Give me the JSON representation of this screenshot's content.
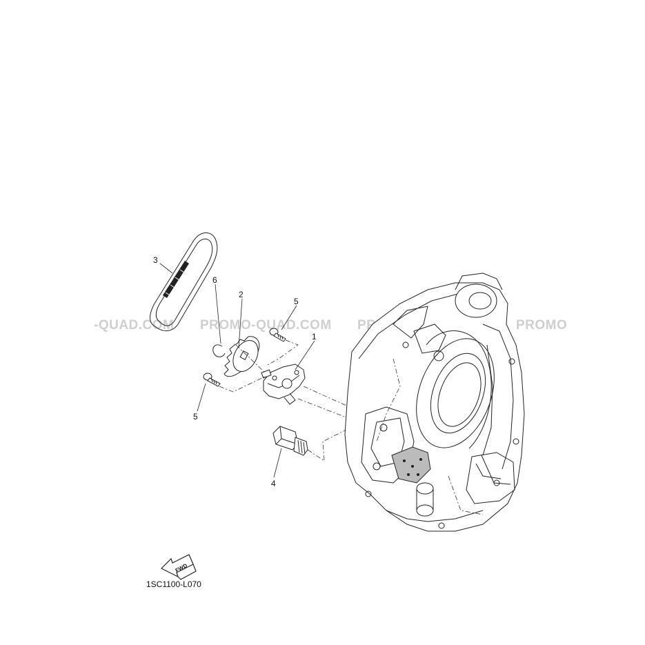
{
  "callouts": [
    "1",
    "2",
    "3",
    "4",
    "5",
    "5",
    "6"
  ],
  "watermarks": [
    "-QUAD.COM",
    "PROMO-QUAD.COM",
    "PROMO-QUAD.COM",
    "PROMO"
  ],
  "fwd_label": "FWD",
  "diagram_code": "1SC1100-L070",
  "icons": {
    "fwd_arrow": "fwd-arrow-icon"
  }
}
